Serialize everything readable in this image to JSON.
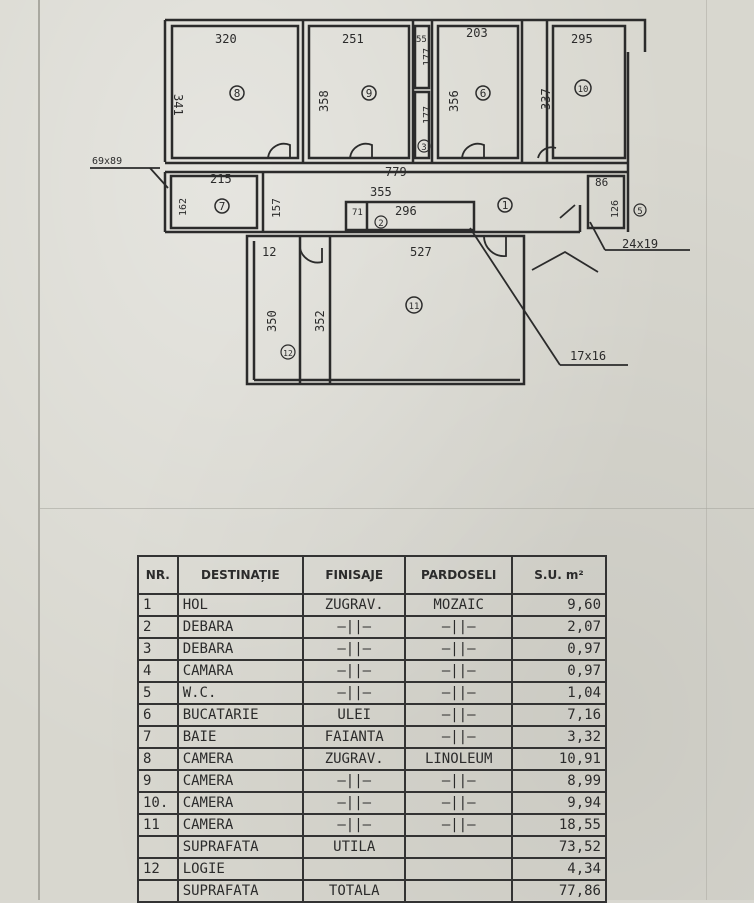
{
  "plan": {
    "dims": {
      "d320": "320",
      "d251": "251",
      "d203": "203",
      "d295": "295",
      "d55": "55",
      "d177a": "177",
      "d177b": "177",
      "d341": "341",
      "d358": "358",
      "d356": "356",
      "d337": "337",
      "d779": "779",
      "d355": "355",
      "d296": "296",
      "d71": "71",
      "d215": "215",
      "d162": "162",
      "d157": "157",
      "d86": "86",
      "d126": "126",
      "d12": "12",
      "d527": "527",
      "d350": "350",
      "d352": "352",
      "d69x89": "69x89",
      "d24x19": "24x19",
      "d17x16": "17x16"
    },
    "rooms": {
      "r1": "1",
      "r2": "2",
      "r3": "3",
      "r5": "5",
      "r6": "6",
      "r7": "7",
      "r8": "8",
      "r9": "9",
      "r10": "10",
      "r11": "11",
      "r12": "12"
    }
  },
  "table": {
    "headers": [
      "NR.",
      "DESTINAȚIE",
      "FINISAJE",
      "PARDOSELI",
      "S.U. m²"
    ],
    "rows": [
      {
        "nr": "1",
        "dest": "HOL",
        "fin": "ZUGRAV.",
        "pard": "MOZAIC",
        "area": "9,60"
      },
      {
        "nr": "2",
        "dest": "DEBARA",
        "fin": "—||—",
        "pard": "—||—",
        "area": "2,07"
      },
      {
        "nr": "3",
        "dest": "DEBARA",
        "fin": "—||—",
        "pard": "—||—",
        "area": "0,97"
      },
      {
        "nr": "4",
        "dest": "CAMARA",
        "fin": "—||—",
        "pard": "—||—",
        "area": "0,97"
      },
      {
        "nr": "5",
        "dest": "W.C.",
        "fin": "—||—",
        "pard": "—||—",
        "area": "1,04"
      },
      {
        "nr": "6",
        "dest": "BUCATARIE",
        "fin": "ULEI",
        "pard": "—||—",
        "area": "7,16"
      },
      {
        "nr": "7",
        "dest": "BAIE",
        "fin": "FAIANTA",
        "pard": "—||—",
        "area": "3,32"
      },
      {
        "nr": "8",
        "dest": "CAMERA",
        "fin": "ZUGRAV.",
        "pard": "LINOLEUM",
        "area": "10,91"
      },
      {
        "nr": "9",
        "dest": "CAMERA",
        "fin": "—||—",
        "pard": "—||—",
        "area": "8,99"
      },
      {
        "nr": "10.",
        "dest": "CAMERA",
        "fin": "—||—",
        "pard": "—||—",
        "area": "9,94"
      },
      {
        "nr": "11",
        "dest": "CAMERA",
        "fin": "—||—",
        "pard": "—||—",
        "area": "18,55"
      },
      {
        "nr": "",
        "dest": "SUPRAFATA",
        "fin": "UTILA",
        "pard": "",
        "area": "73,52"
      },
      {
        "nr": "12",
        "dest": "LOGIE",
        "fin": "",
        "pard": "",
        "area": "4,34"
      },
      {
        "nr": "",
        "dest": "SUPRAFATA",
        "fin": "TOTALA",
        "pard": "",
        "area": "77,86"
      }
    ]
  }
}
